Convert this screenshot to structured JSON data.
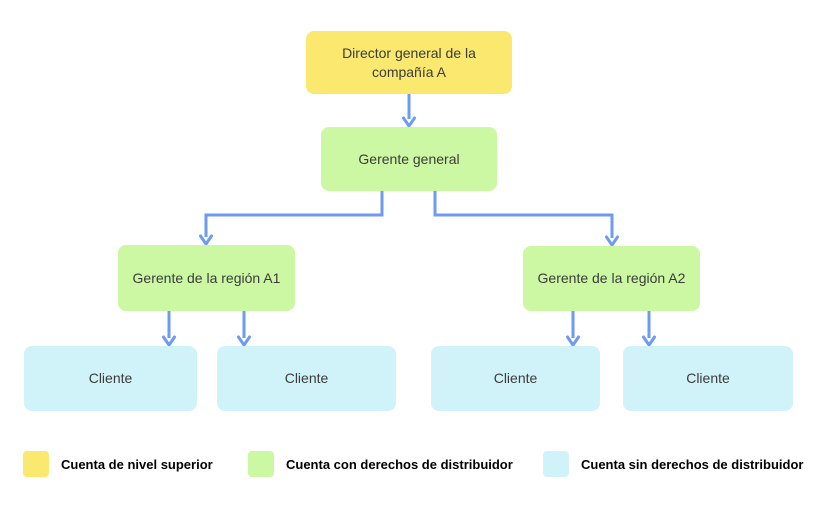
{
  "colors": {
    "background": "#FFFFFF",
    "nodeYellow": "#FAE96E",
    "nodeGreen": "#CCF7A3",
    "nodeBlue": "#D0F3FA",
    "arrow": "#6D9AF3",
    "nodeText": "#3B3B3B",
    "legendText": "#000000"
  },
  "nodes": {
    "director": {
      "label": "Director general de la compañía A",
      "type": "top-level-account"
    },
    "gerente_general": {
      "label": "Gerente general",
      "type": "distributor-account"
    },
    "region_a1": {
      "label": "Gerente de la región A1",
      "type": "distributor-account"
    },
    "region_a2": {
      "label": "Gerente de la región A2",
      "type": "distributor-account"
    },
    "cliente_1": {
      "label": "Cliente",
      "type": "non-distributor-account"
    },
    "cliente_2": {
      "label": "Cliente",
      "type": "non-distributor-account"
    },
    "cliente_3": {
      "label": "Cliente",
      "type": "non-distributor-account"
    },
    "cliente_4": {
      "label": "Cliente",
      "type": "non-distributor-account"
    }
  },
  "edges": [
    {
      "from": "director",
      "to": "gerente_general"
    },
    {
      "from": "gerente_general",
      "to": "region_a1"
    },
    {
      "from": "gerente_general",
      "to": "region_a2"
    },
    {
      "from": "region_a1",
      "to": "cliente_1"
    },
    {
      "from": "region_a1",
      "to": "cliente_2"
    },
    {
      "from": "region_a2",
      "to": "cliente_3"
    },
    {
      "from": "region_a2",
      "to": "cliente_4"
    }
  ],
  "legend": {
    "items": [
      {
        "label": "Cuenta de nivel superior",
        "color": "#FAE96E"
      },
      {
        "label": "Cuenta con derechos de distribuidor",
        "color": "#CCF7A3"
      },
      {
        "label": "Cuenta sin derechos de distribuidor",
        "color": "#D0F3FA"
      }
    ]
  }
}
